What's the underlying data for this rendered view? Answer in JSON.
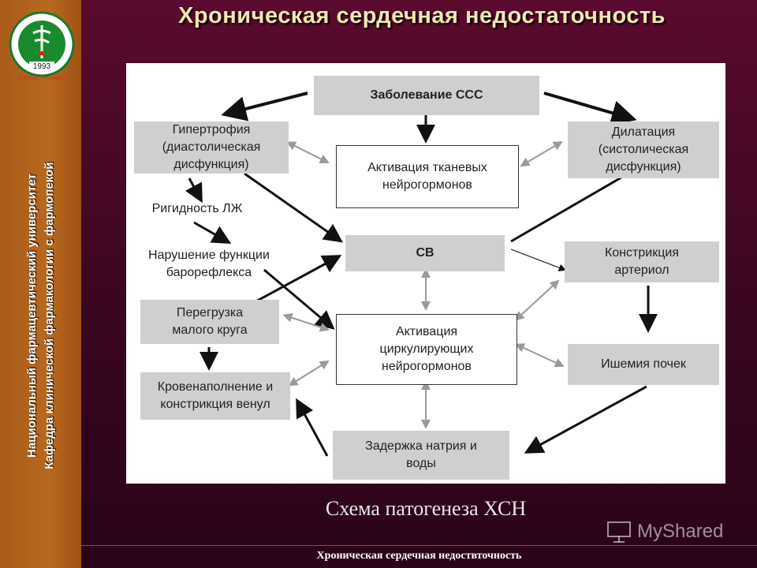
{
  "header": {
    "title": "Хроническая сердечная недостаточность"
  },
  "logo": {
    "year": "1993",
    "ring_text": "CLINICAL PHARMACY"
  },
  "sidebar": {
    "line1": "Национальный фармацевтический университет",
    "line2": "Кафедра клинической фармакологии с фармопекой"
  },
  "diagram": {
    "nodes": {
      "disease": "Заболевание ССС",
      "hyper1": "Гипертрофия",
      "hyper2": "(диастолическая",
      "hyper3": "дисфункция)",
      "dil1": "Дилатация",
      "dil2": "(систолическая",
      "dil3": "дисфункция)",
      "tissue1": "Активация тканевых",
      "tissue2": "нейрогормонов",
      "rigid": "Ригидность ЛЖ",
      "baro1": "Нарушение функции",
      "baro2": "барорефлекса",
      "sv": "СВ",
      "constr1": "Констрикция",
      "constr2": "артериол",
      "overload1": "Перегрузка",
      "overload2": "малого круга",
      "circ1": "Активация",
      "circ2": "циркулирующих",
      "circ3": "нейрогормонов",
      "isch": "Ишемия почек",
      "venul1": "Кровенаполнение и",
      "venul2": "констрикция венул",
      "sodium1": "Задержка натрия и",
      "sodium2": "воды"
    }
  },
  "caption": "Схема патогенеза ХСН",
  "watermark": "MyShared",
  "footer": "Хроническая сердечная недоствточность"
}
